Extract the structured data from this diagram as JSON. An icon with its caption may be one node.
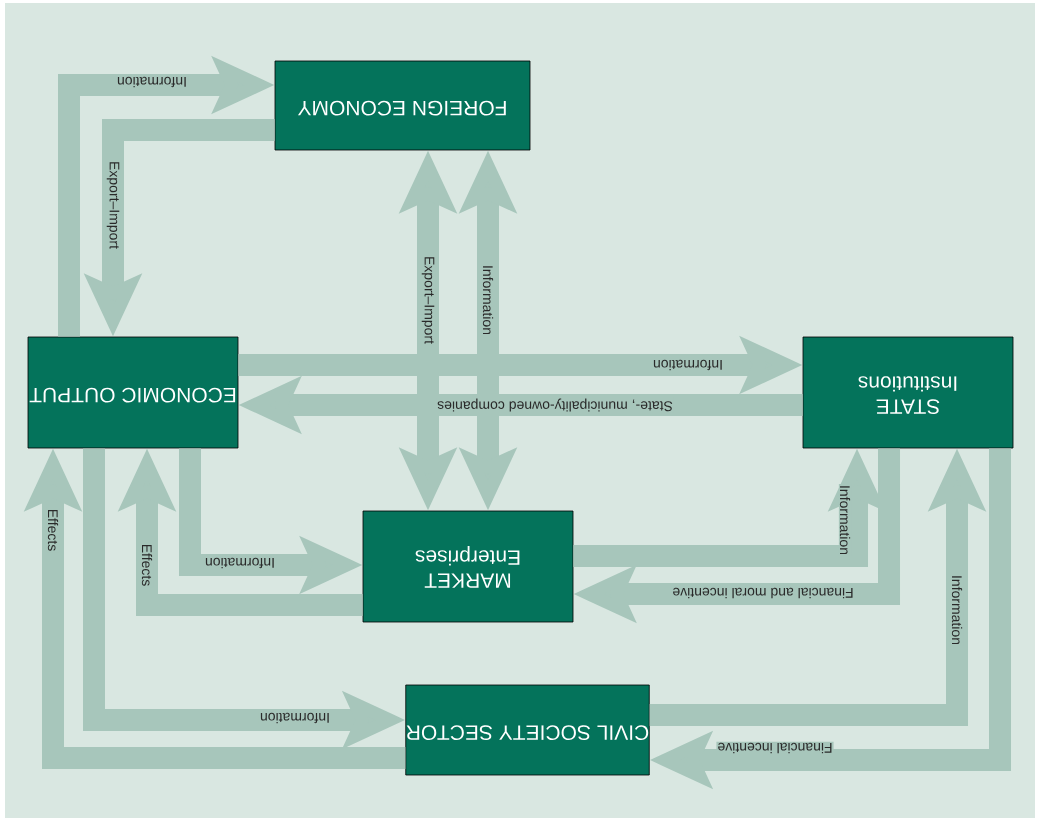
{
  "diagram": {
    "nodes": [
      {
        "text": [
          "FOREIGN ECONOMY"
        ]
      },
      {
        "text": [
          "ECONOMIC OUTPUT"
        ]
      },
      {
        "text": [
          "STATE",
          "Institutions"
        ]
      },
      {
        "text": [
          "MARKET",
          "Enterprises"
        ]
      },
      {
        "text": [
          "CIVIL SOCIETY SECTOR"
        ]
      }
    ],
    "edges": [
      {
        "from": 1,
        "to": 0,
        "arrow": "to",
        "label": "Information"
      },
      {
        "from": 0,
        "to": 1,
        "arrow": "to",
        "label": "Export–Import"
      },
      {
        "from": 0,
        "to": 3,
        "arrow": "both",
        "label": "Export–Import"
      },
      {
        "from": 0,
        "to": 3,
        "arrow": "both",
        "label": "Information"
      },
      {
        "from": 1,
        "to": 2,
        "arrow": "to",
        "label": "Information"
      },
      {
        "from": 2,
        "to": 1,
        "arrow": "to",
        "label": "State-, municipality-owned companies"
      },
      {
        "from": 1,
        "to": 3,
        "arrow": "to",
        "label": "Information"
      },
      {
        "from": 3,
        "to": 1,
        "arrow": "to",
        "label": "Effects"
      },
      {
        "from": 1,
        "to": 4,
        "arrow": "to",
        "label": "Information"
      },
      {
        "from": 4,
        "to": 1,
        "arrow": "to",
        "label": "Effects"
      },
      {
        "from": 3,
        "to": 2,
        "arrow": "to",
        "label": "Information"
      },
      {
        "from": 2,
        "to": 3,
        "arrow": "to",
        "label": "Financial and moral incentive"
      },
      {
        "from": 4,
        "to": 2,
        "arrow": "to",
        "label": "Information"
      },
      {
        "from": 2,
        "to": 4,
        "arrow": "to",
        "label": "Financial incentive"
      }
    ]
  }
}
